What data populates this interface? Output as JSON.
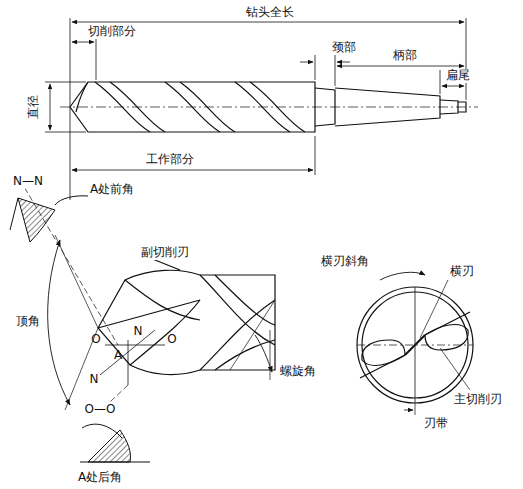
{
  "diagram": {
    "labels": [
      "钻头全长",
      "切削部分",
      "颈部",
      "柄部",
      "扁尾",
      "直径",
      "工作部分",
      "N—N",
      "A处前角",
      "副切削刃",
      "顶角",
      "螺旋角",
      "N",
      "O",
      "O",
      "A",
      "N",
      "O—O",
      "A处后角",
      "横刃斜角",
      "横刃",
      "主切削刃",
      "刃带"
    ]
  }
}
